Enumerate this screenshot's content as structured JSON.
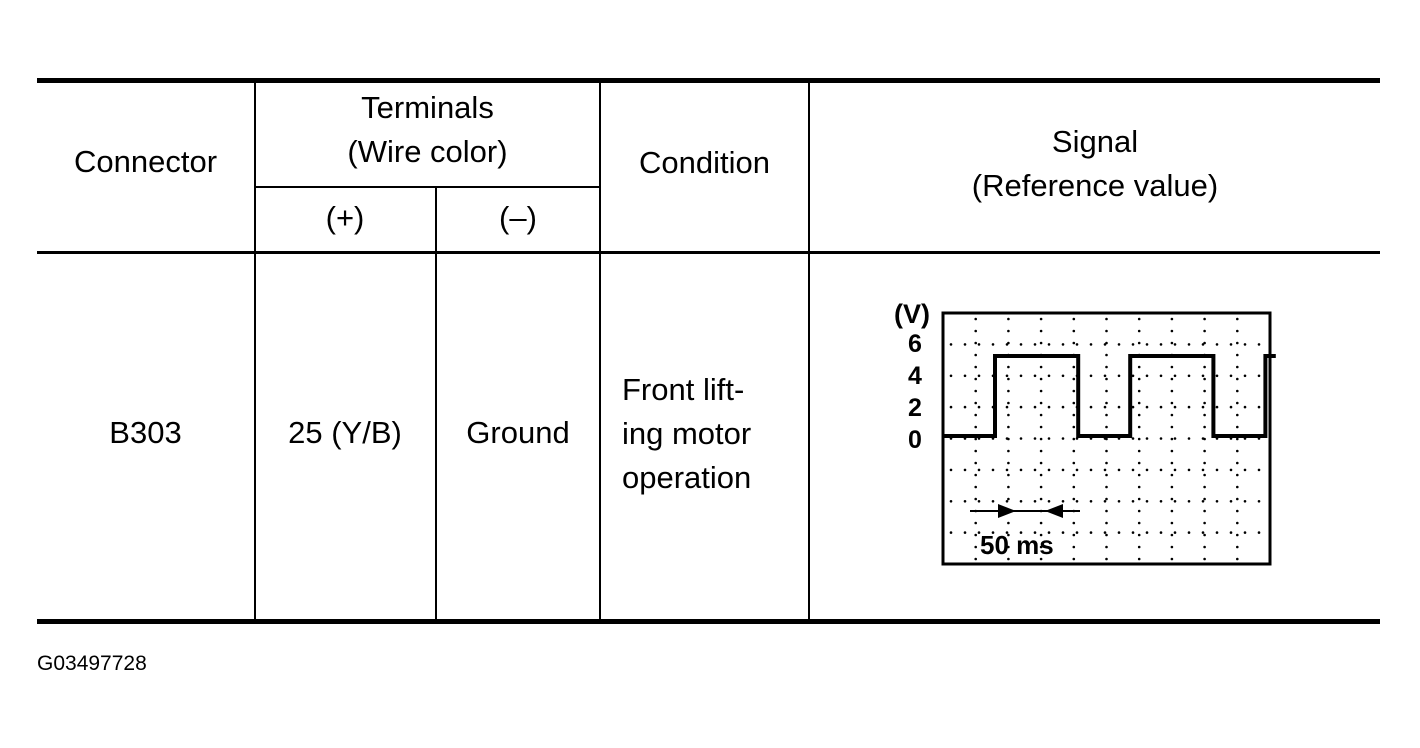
{
  "table": {
    "headers": {
      "connector": "Connector",
      "terminals_line1": "Terminals",
      "terminals_line2": "(Wire color)",
      "plus": "(+)",
      "minus": "(–)",
      "condition": "Condition",
      "signal_line1": "Signal",
      "signal_line2": "(Reference value)"
    },
    "row": {
      "connector": "B303",
      "plus": "25 (Y/B)",
      "minus": "Ground",
      "condition_line1": "Front lift-",
      "condition_line2": "ing motor",
      "condition_line3": "operation"
    }
  },
  "signal_graph": {
    "unit_label": "(V)",
    "y_ticks": [
      "6",
      "4",
      "2",
      "0"
    ],
    "time_label": "50 ms",
    "waveform": {
      "low_level": 0,
      "high_level": 5,
      "transitions_v": [
        [
          0,
          0
        ],
        [
          1,
          0
        ],
        [
          1,
          5
        ],
        [
          2.6,
          5
        ],
        [
          2.6,
          0
        ],
        [
          3.6,
          0
        ],
        [
          3.6,
          5
        ],
        [
          5.2,
          5
        ],
        [
          5.2,
          0
        ],
        [
          6.2,
          0
        ],
        [
          6.2,
          5
        ],
        [
          6.4,
          5
        ]
      ]
    }
  },
  "figure_id": "G03497728"
}
